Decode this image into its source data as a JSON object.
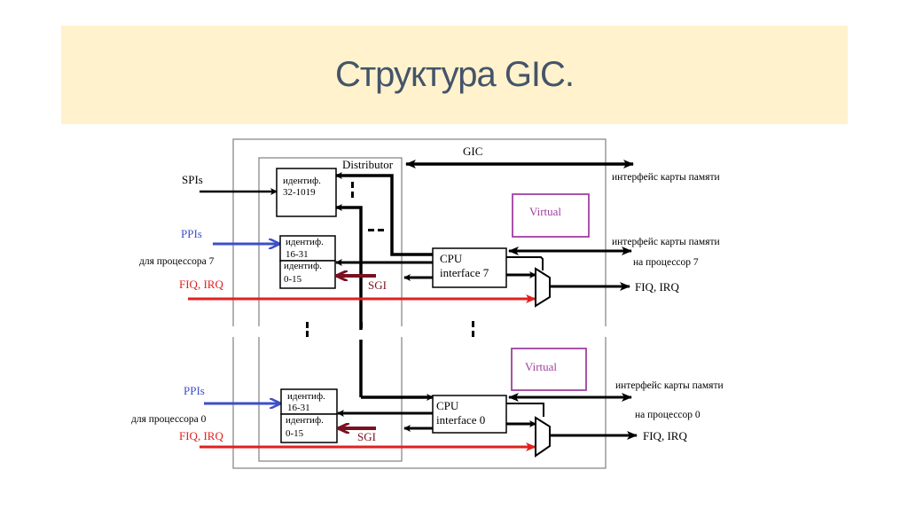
{
  "slide": {
    "title": "Структура GIC."
  },
  "diagram": {
    "gic_label": "GIC",
    "distributor_label": "Distributor",
    "spis_label": "SPIs",
    "spi_block": {
      "line1": "идентиф.",
      "line2": "32-1019"
    },
    "virtual_label": "Virtual",
    "memory_map_interface": "интерфейс карты памяти",
    "processors": [
      {
        "id": "7",
        "ppis_label": "PPIs",
        "for_processor": "для процессора 7",
        "fiq_irq_in": "FIQ, IRQ",
        "ppi_block": {
          "line1": "идентиф.",
          "line2": "16-31"
        },
        "sgi_block": {
          "line1": "идентиф.",
          "line2": "0-15"
        },
        "sgi_label": "SGI",
        "cpu_interface": {
          "line1": "CPU",
          "line2": "interface 7"
        },
        "virtual_label": "Virtual",
        "mem_if_label": "интерфейс карты памяти",
        "to_processor": "на процессор 7",
        "fiq_irq_out": "FIQ, IRQ"
      },
      {
        "id": "0",
        "ppis_label": "PPIs",
        "for_processor": "для процессора 0",
        "fiq_irq_in": "FIQ, IRQ",
        "ppi_block": {
          "line1": "идентиф.",
          "line2": "16-31"
        },
        "sgi_block": {
          "line1": "идентиф.",
          "line2": "0-15"
        },
        "sgi_label": "SGI",
        "cpu_interface": {
          "line1": "CPU",
          "line2": "interface 0"
        },
        "virtual_label": "Virtual",
        "mem_if_label": "интерфейс карты памяти",
        "to_processor": "на процессор 0",
        "fiq_irq_out": "FIQ, IRQ"
      }
    ],
    "colors": {
      "ppi": "#3c4ec8",
      "fiq_irq": "#e02020",
      "sgi": "#7a1020",
      "virtual": "#a040a0",
      "frame": "#808080",
      "title": "#44546a",
      "title_band": "#fff2cc"
    }
  }
}
